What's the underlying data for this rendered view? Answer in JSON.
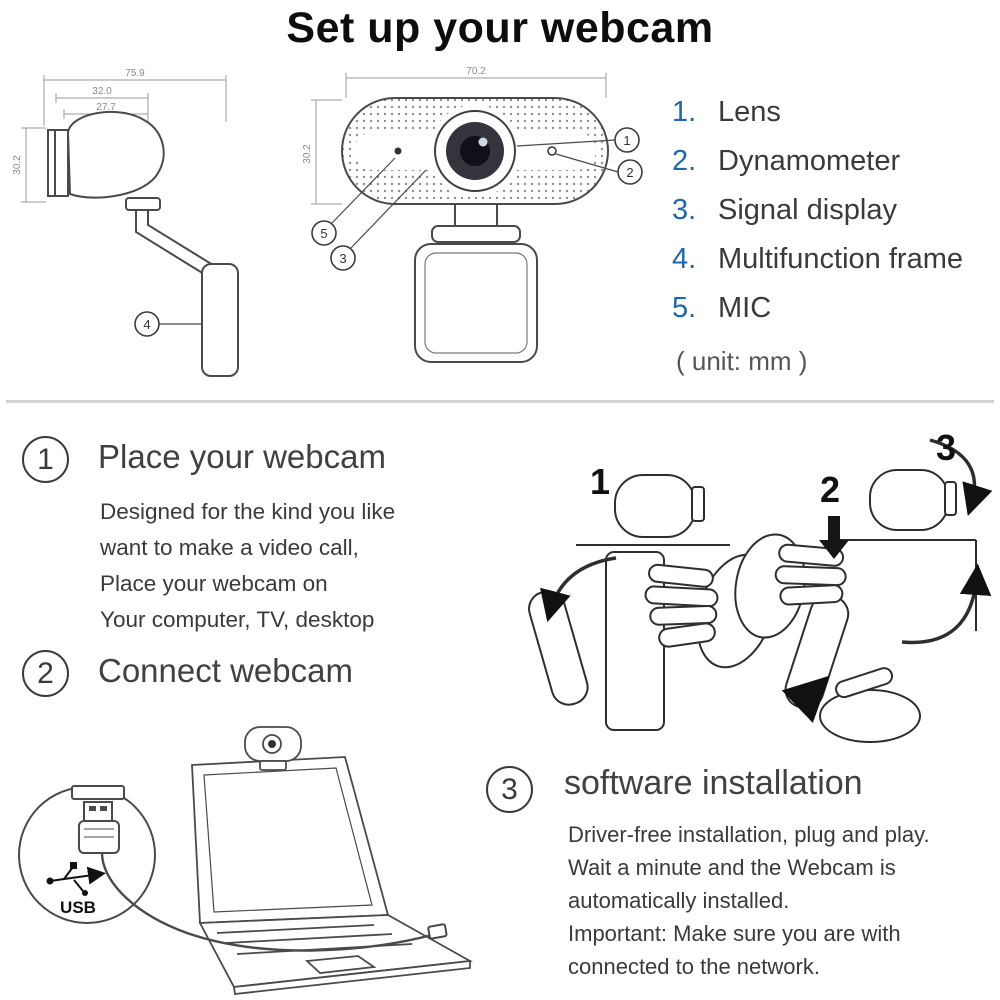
{
  "title": "Set up your webcam",
  "diagram": {
    "side_view": {
      "dim_width": "75.9",
      "dim_width2": "32.0",
      "dim_width3": "27.7",
      "dim_height": "30.2",
      "callout_frame": "4"
    },
    "front_view": {
      "dim_width": "70.2",
      "dim_height": "30.2",
      "callout_lens": "1",
      "callout_dynamometer": "2",
      "callout_mic": "5",
      "callout_signal": "3"
    }
  },
  "parts_list": {
    "items": [
      {
        "num": "1.",
        "label": "Lens"
      },
      {
        "num": "2.",
        "label": "Dynamometer"
      },
      {
        "num": "3.",
        "label": "Signal display"
      },
      {
        "num": "4.",
        "label": "Multifunction frame"
      },
      {
        "num": "5.",
        "label": "MIC"
      }
    ],
    "unit_note": "( unit: mm )"
  },
  "steps": {
    "step1": {
      "number": "1",
      "title": "Place your webcam",
      "lines": [
        "Designed for the kind you like",
        "want to make a video call,",
        "Place your webcam on",
        "Your computer, TV, desktop"
      ]
    },
    "step2": {
      "number": "2",
      "title": "Connect webcam",
      "usb_label": "USB"
    },
    "step3": {
      "number": "3",
      "title": "software installation",
      "lines": [
        "Driver-free installation, plug and play.",
        "Wait a minute and the Webcam is",
        "automatically installed.",
        "Important: Make sure you are with",
        "connected to the network."
      ]
    }
  },
  "mount_illustration": {
    "step_a": "1",
    "step_b": "2",
    "step_c": "3"
  },
  "colors": {
    "accent_blue": "#2166ac",
    "text_dark": "#3a3a3a",
    "line_art": "#3f3f3f",
    "divider_gray": "#d2d2d2"
  }
}
